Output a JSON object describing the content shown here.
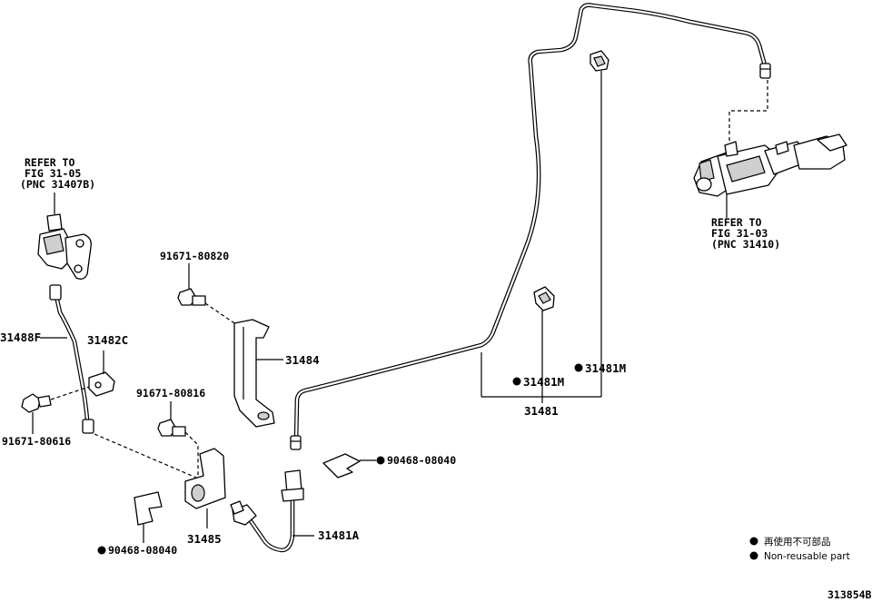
{
  "diagram_id": "313854B",
  "references": {
    "master_cylinder": [
      "REFER TO",
      "FIG 31-05",
      "(PNC 31407B)"
    ],
    "release_cylinder": [
      "REFER TO",
      "FIG 31-03",
      "(PNC 31410)"
    ]
  },
  "parts": {
    "p31488F": "31488F",
    "p31482C": "31482C",
    "p91671_80616": "91671-80616",
    "p91671_80820": "91671-80820",
    "p31484": "31484",
    "p91671_80816": "91671-80816",
    "p90468_08040_left": "90468-08040",
    "p31485": "31485",
    "p31481A": "31481A",
    "p90468_08040_right": "90468-08040",
    "p31481M_lower": "31481M",
    "p31481M_upper": "31481M",
    "p31481": "31481"
  },
  "legend": {
    "jp": "再使用不可部品",
    "en": "Non-reusable part"
  },
  "colors": {
    "line": "#000000",
    "background": "#ffffff",
    "shade": "#cfcfcf"
  }
}
